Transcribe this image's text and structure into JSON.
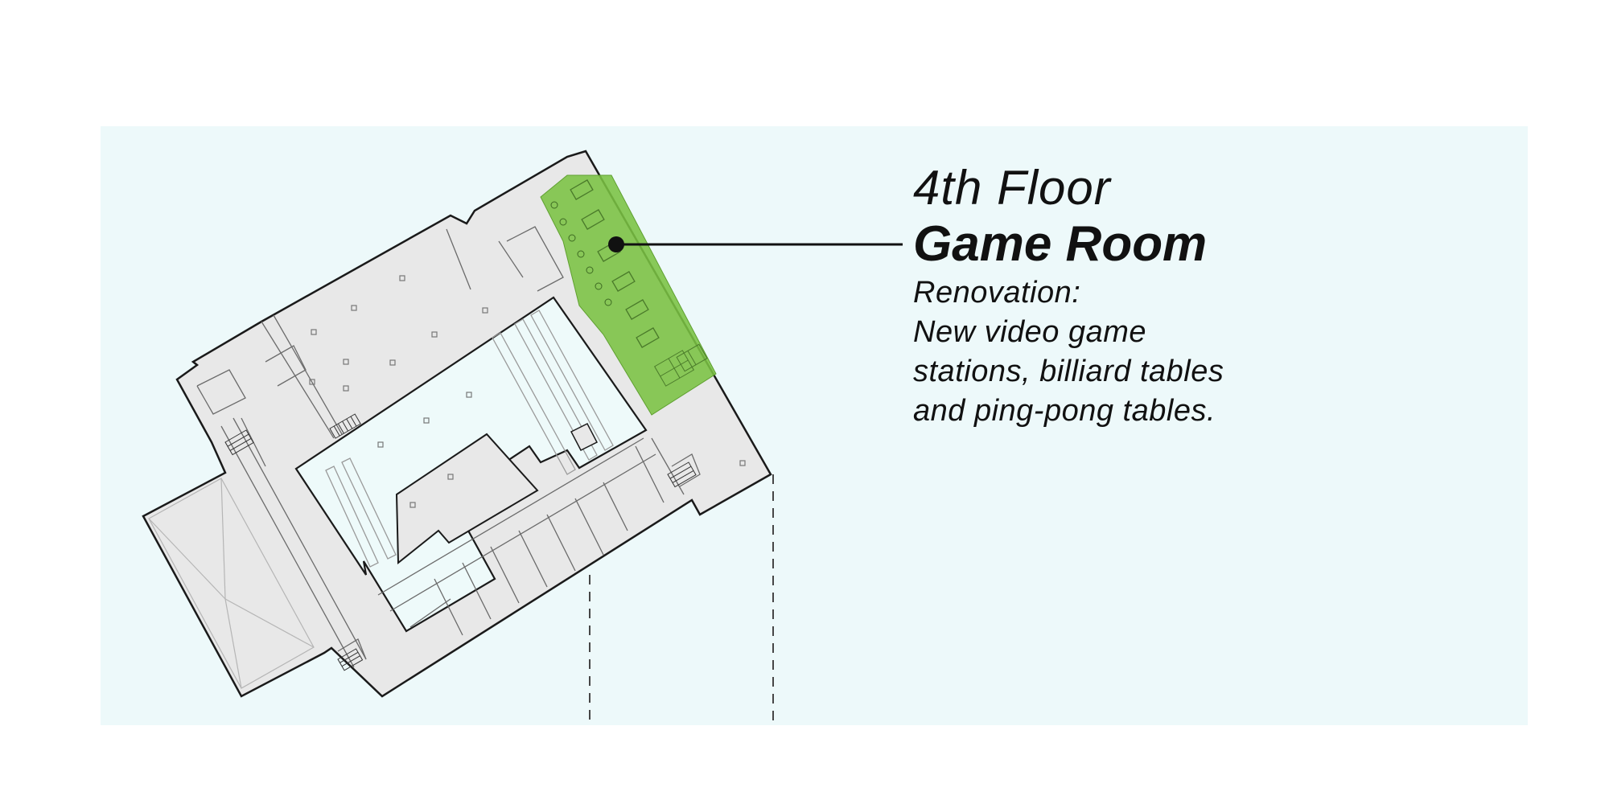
{
  "label": {
    "floor": "4th Floor",
    "room": "Game Room",
    "description_heading": "Renovation:",
    "description_lines": [
      "New video game",
      "stations, billiard tables",
      "and ping-pong tables."
    ]
  },
  "colors": {
    "background": "#ffffff",
    "panel": "#edf9fa",
    "building_fill": "#e8e8e8",
    "courtyard_fill": "#eefafa",
    "highlight": "#7ac142",
    "ink": "#111111"
  }
}
